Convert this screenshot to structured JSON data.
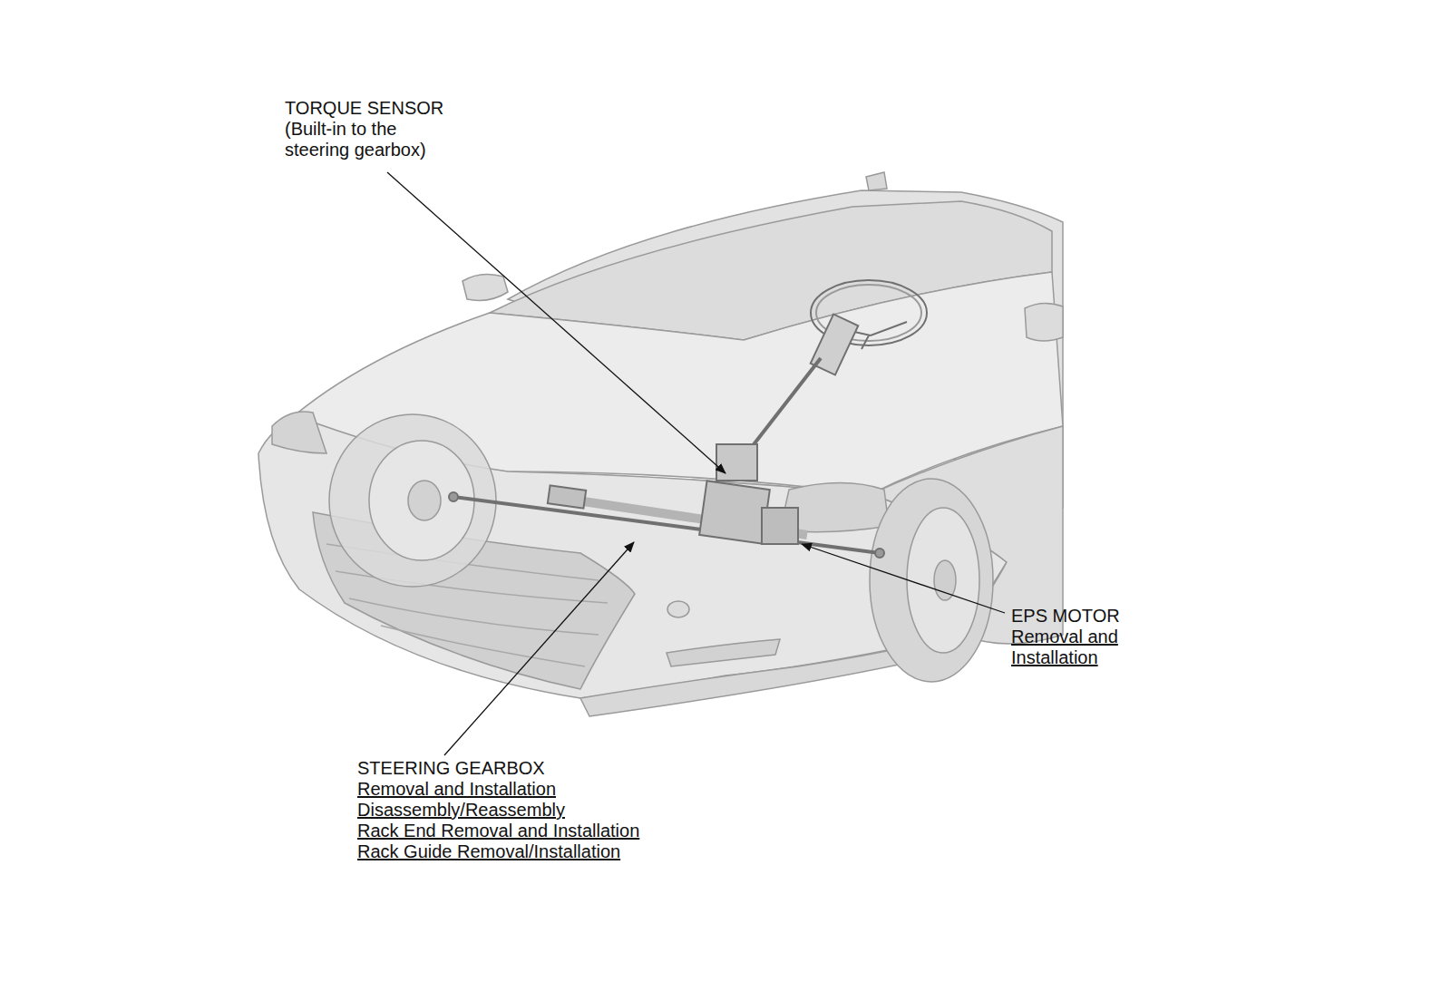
{
  "diagram": {
    "labels": [
      "TORQUE SENSOR",
      "(Built-in to the steering gearbox)",
      "EPS MOTOR",
      "Removal and Installation",
      "STEERING GEARBOX",
      "Removal and Installation",
      "Disassembly/Reassembly",
      "Rack End Removal and Installation",
      "Rack Guide Removal/Installation"
    ]
  }
}
